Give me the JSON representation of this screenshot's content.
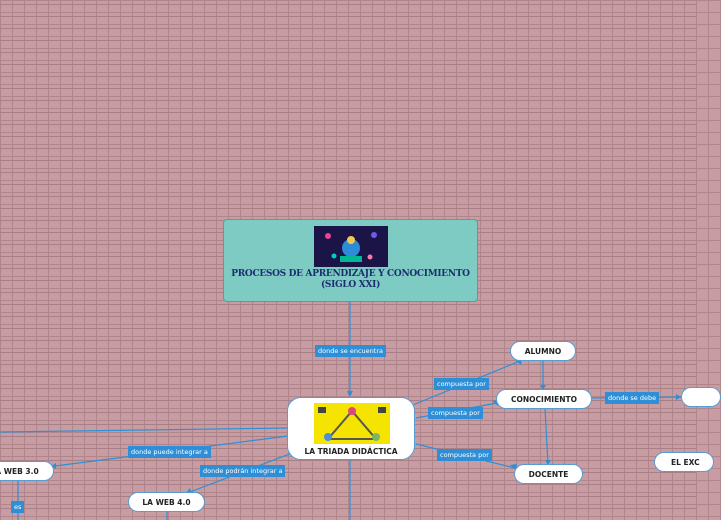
{
  "root": {
    "title_line1": "PROCESOS DE APRENDIZAJE Y CONOCIMIENTO",
    "title_line2": "(SIGLO XXI)"
  },
  "center": {
    "title": "LA TRIADA DIDÁCTICA"
  },
  "nodes": {
    "alumno": "ALUMNO",
    "conocimiento": "CONOCIMIENTO",
    "docente": "DOCENTE",
    "web3": "A WEB 3.0",
    "web4": "LA WEB 4.0",
    "exc": "EL EXC"
  },
  "links": {
    "root_center": "donde se encuentra",
    "center_alumno": "compuesta por",
    "center_conocimiento": "compuesta por",
    "center_docente": "compuesta por",
    "conocimiento_right": "donde se debe",
    "center_web3": "donde puede integrar a",
    "center_web4": "donde podrán integrar a",
    "web3_es": "es"
  },
  "colors": {
    "link": "#2f8fd6",
    "root_fill": "#7dcbc2",
    "node_border": "#5a9bd0",
    "root_title": "#1b2f6e"
  }
}
